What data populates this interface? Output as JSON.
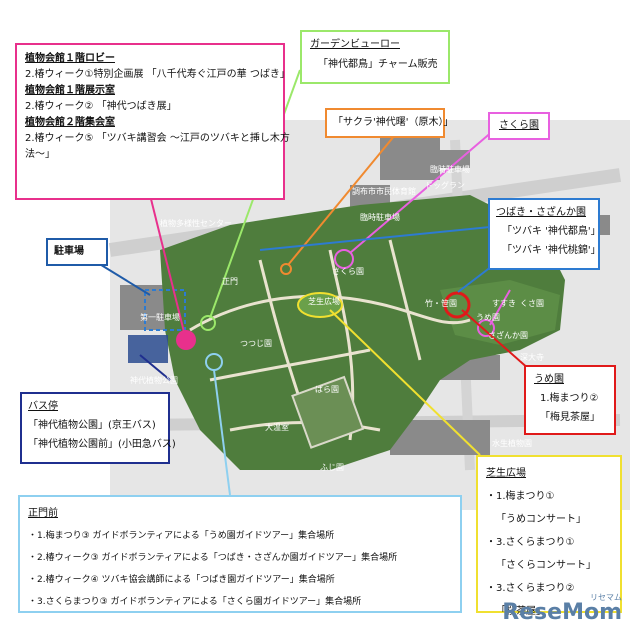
{
  "callouts": {
    "plant_hall": {
      "lines": [
        {
          "text": "植物会館１階ロビー",
          "heading": true
        },
        {
          "text": "2.椿ウィーク①特別企画展 「八千代寿ぐ江戸の華 つばき」",
          "heading": false
        },
        {
          "text": "植物会館１階展示室",
          "heading": true
        },
        {
          "text": "2.椿ウィーク② 「神代つばき展」",
          "heading": false
        },
        {
          "text": "植物会館２階集会室",
          "heading": true
        },
        {
          "text": "2.椿ウィーク⑤ 「ツバキ講習会 〜江戸のツバキと挿し木方",
          "heading": false
        },
        {
          "text": "法〜」",
          "heading": false
        }
      ],
      "color": "#e8308c"
    },
    "garden_bureau": {
      "title": "ガーデンビューロー",
      "line": "「神代都鳥」チャーム販売",
      "color": "#9be86a"
    },
    "sakura_tree": {
      "text": "「サクラ'神代曙'（原木）」",
      "color": "#f08a30"
    },
    "sakura_garden": {
      "text": "さくら園",
      "color": "#e860e0"
    },
    "tsubaki_garden": {
      "title": "つばき・さざんか園",
      "lines": [
        "「ツバキ '神代都鳥'」",
        "「ツバキ '神代桃錦'」"
      ],
      "color": "#2d7bd1"
    },
    "parking": {
      "text": "駐車場",
      "color": "#1f5ba8"
    },
    "ume_garden": {
      "title": "うめ園",
      "lines": [
        "1.梅まつり②",
        "「梅見茶屋」"
      ],
      "color": "#e01a1a"
    },
    "bus_stop": {
      "title": "バス停",
      "lines": [
        "「神代植物公園」(京王バス)",
        "「神代植物公園前」(小田急バス)"
      ],
      "color": "#1f2f8f"
    },
    "lawn": {
      "title": "芝生広場",
      "lines": [
        "・1.梅まつり①",
        "「うめコンサート」",
        "・3.さくらまつり①",
        "「さくらコンサート」",
        "・3.さくらまつり②",
        "「桜茶屋」"
      ],
      "color": "#f0e030"
    },
    "main_gate": {
      "title": "正門前",
      "lines": [
        "・1.梅まつり③ ガイドボランティアによる「うめ園ガイドツアー」集合場所",
        "・2.椿ウィーク③ ガイドボランティアによる「つばき・さざんか園ガイドツアー」集合場所",
        "・2.椿ウィーク④ ツバキ協会講師による「つばき園ガイドツアー」集合場所",
        "・3.さくらまつり③ ガイドボランティアによる「さくら園ガイドツアー」集合場所"
      ],
      "color": "#8ed0f0"
    }
  },
  "map_labels": [
    {
      "text": "臨時駐車場",
      "dark": false
    },
    {
      "text": "ドッグラン",
      "dark": false
    },
    {
      "text": "調布市市民体育館",
      "dark": false
    },
    {
      "text": "植物多様性センター",
      "dark": false
    },
    {
      "text": "第一駐車場",
      "dark": false
    },
    {
      "text": "臨時駐車場",
      "dark": false
    },
    {
      "text": "つつじ園",
      "dark": false
    },
    {
      "text": "さくら園",
      "dark": false
    },
    {
      "text": "芝生広場",
      "dark": false
    },
    {
      "text": "うめ園",
      "dark": false
    },
    {
      "text": "竹・笹園",
      "dark": false
    },
    {
      "text": "深大寺",
      "dark": false
    },
    {
      "text": "ばら園",
      "dark": false
    },
    {
      "text": "大温室",
      "dark": false
    },
    {
      "text": "水生植物園",
      "dark": false
    },
    {
      "text": "神代植物公園",
      "dark": false
    },
    {
      "text": "ふじ園",
      "dark": false
    },
    {
      "text": "正門",
      "dark": false
    },
    {
      "text": "さざんか園",
      "dark": false
    },
    {
      "text": "すすき",
      "dark": false
    },
    {
      "text": "くさ園",
      "dark": false
    }
  ],
  "watermark": {
    "text": "ReseMom",
    "sub": "リセマム"
  }
}
